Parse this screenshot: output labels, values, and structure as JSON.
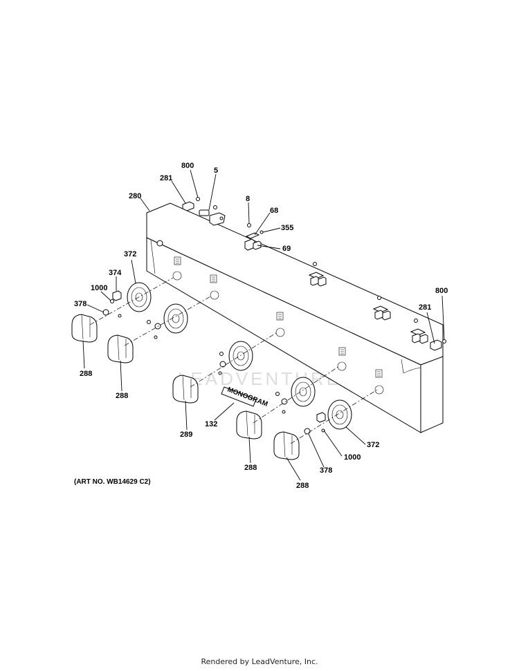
{
  "diagram": {
    "callouts": {
      "c800a": "800",
      "c281a": "281",
      "c5": "5",
      "c280": "280",
      "c8": "8",
      "c68": "68",
      "c355": "355",
      "c69": "69",
      "c372a": "372",
      "c374": "374",
      "c1000a": "1000",
      "c378a": "378",
      "c288a": "288",
      "c288b": "288",
      "c289": "289",
      "c132": "132",
      "c288c": "288",
      "c288d": "288",
      "c378b": "378",
      "c1000b": "1000",
      "c372b": "372",
      "c800b": "800",
      "c281b": "281"
    },
    "art_number": "(ART NO. WB14629 C2)",
    "nameplate_text": "MONOGRAM",
    "watermark": "LEADVENTURE"
  },
  "footer": {
    "text": "Rendered by LeadVenture, Inc."
  }
}
